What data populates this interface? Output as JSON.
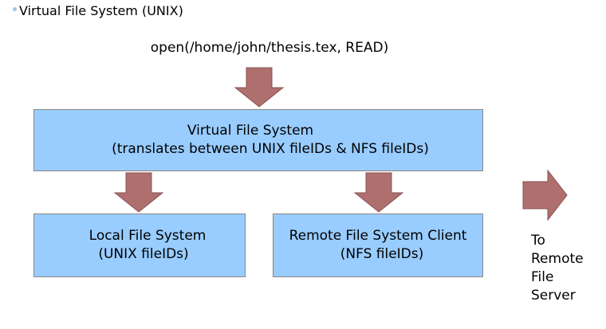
{
  "heading": "Virtual File System (UNIX)",
  "call": "open(/home/john/thesis.tex, READ)",
  "vfs_box": {
    "line1": "Virtual File System",
    "line2": "(translates between UNIX fileIDs & NFS fileIDs)"
  },
  "local_box": {
    "line1": "Local File System",
    "line2": "(UNIX fileIDs)"
  },
  "remote_box": {
    "line1": "Remote File System Client",
    "line2": "(NFS fileIDs)"
  },
  "side_label": [
    "To",
    "Remote",
    "File",
    "Server"
  ],
  "colors": {
    "box_fill": "#99ccff",
    "arrow_fill": "#b06f6f",
    "bullet": "#9ac8e8"
  }
}
